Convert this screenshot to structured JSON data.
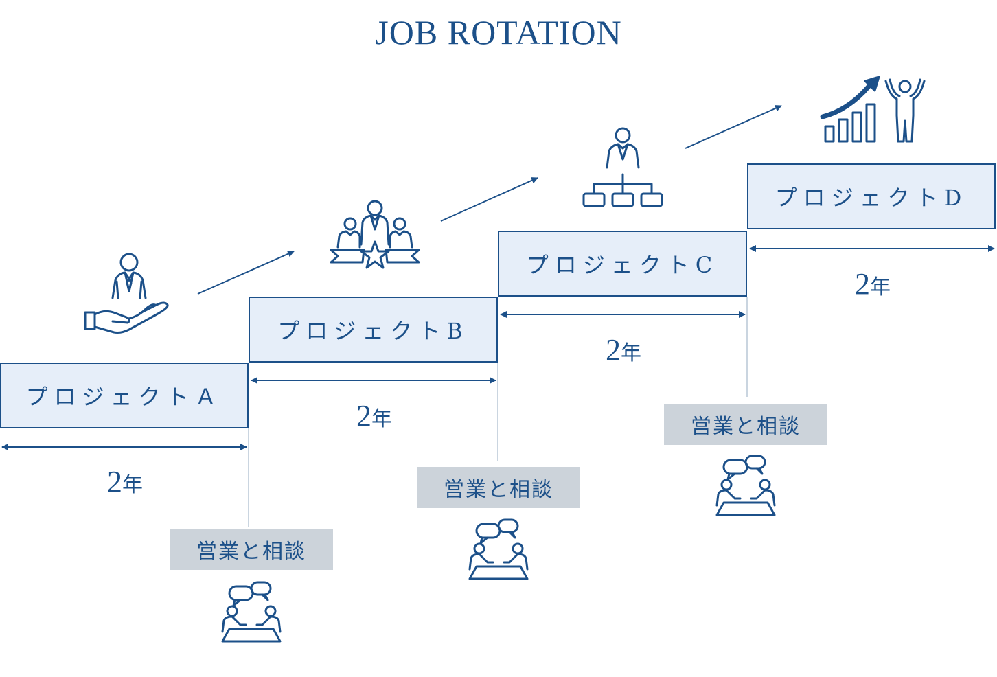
{
  "title": "JOB ROTATION",
  "projects": [
    {
      "label": "プロジェクトＡ",
      "years_num": "2",
      "years_unit": "年",
      "consult": "営業と相談"
    },
    {
      "label": "プロジェクトB",
      "years_num": "2",
      "years_unit": "年",
      "consult": "営業と相談"
    },
    {
      "label": "プロジェクトC",
      "years_num": "2",
      "years_unit": "年",
      "consult": "営業と相談"
    },
    {
      "label": "プロジェクトD",
      "years_num": "2",
      "years_unit": "年"
    }
  ],
  "colors": {
    "primary": "#1c5089",
    "box_fill": "#e6eef9",
    "consult_fill": "#ccd3da",
    "vline": "#b9c7d6"
  },
  "icons": [
    "hand-person-icon",
    "team-star-icon",
    "org-chart-icon",
    "growth-chart-icon",
    "discussion-icon"
  ]
}
